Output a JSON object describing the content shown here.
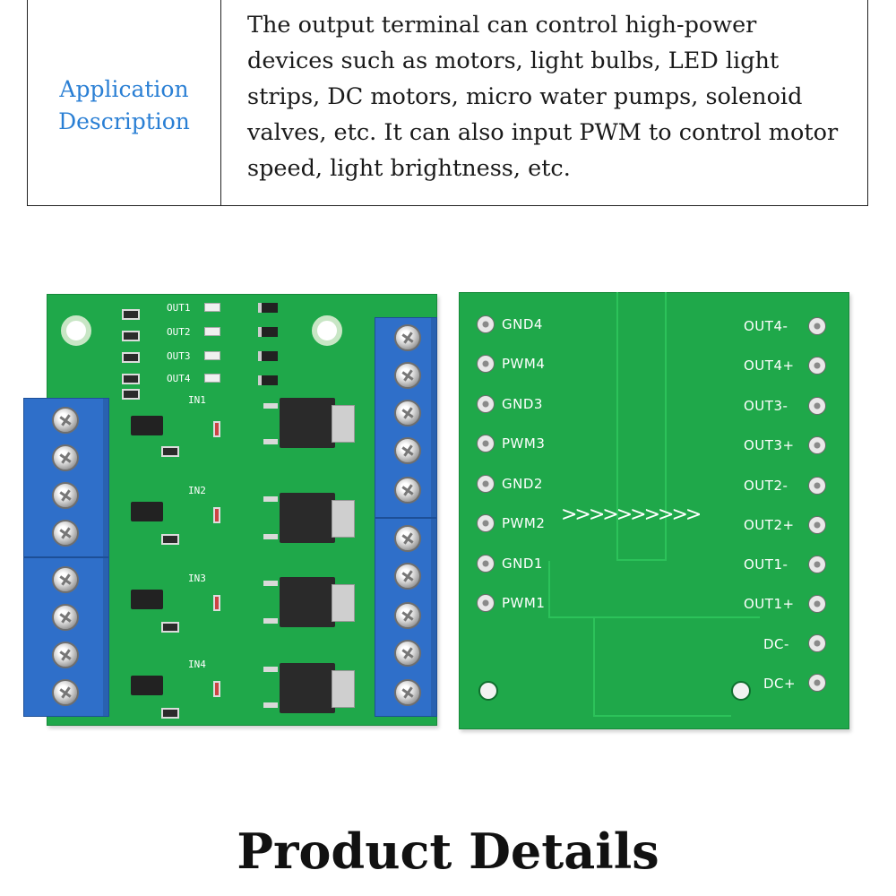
{
  "description": {
    "label_line1": "Application",
    "label_line2": "Description",
    "text": "The output terminal can control high-power devices such as motors, light bulbs, LED light strips, DC motors, micro water pumps, solenoid valves, etc. It can also input PWM to control motor speed, light brightness, etc."
  },
  "front_board": {
    "out_labels": [
      "OUT1",
      "OUT2",
      "OUT3",
      "OUT4"
    ],
    "in_labels": [
      "IN1",
      "IN2",
      "IN3",
      "IN4"
    ]
  },
  "back_board": {
    "left_labels": [
      "GND4",
      "PWM4",
      "GND3",
      "PWM3",
      "GND2",
      "PWM2",
      "GND1",
      "PWM1"
    ],
    "right_labels": [
      "OUT4-",
      "OUT4+",
      "OUT3-",
      "OUT3+",
      "OUT2-",
      "OUT2+",
      "OUT1-",
      "OUT1+",
      "DC-",
      "DC+"
    ],
    "arrows": ">>>>>>>>>>"
  },
  "footer": {
    "title": "Product Details"
  }
}
